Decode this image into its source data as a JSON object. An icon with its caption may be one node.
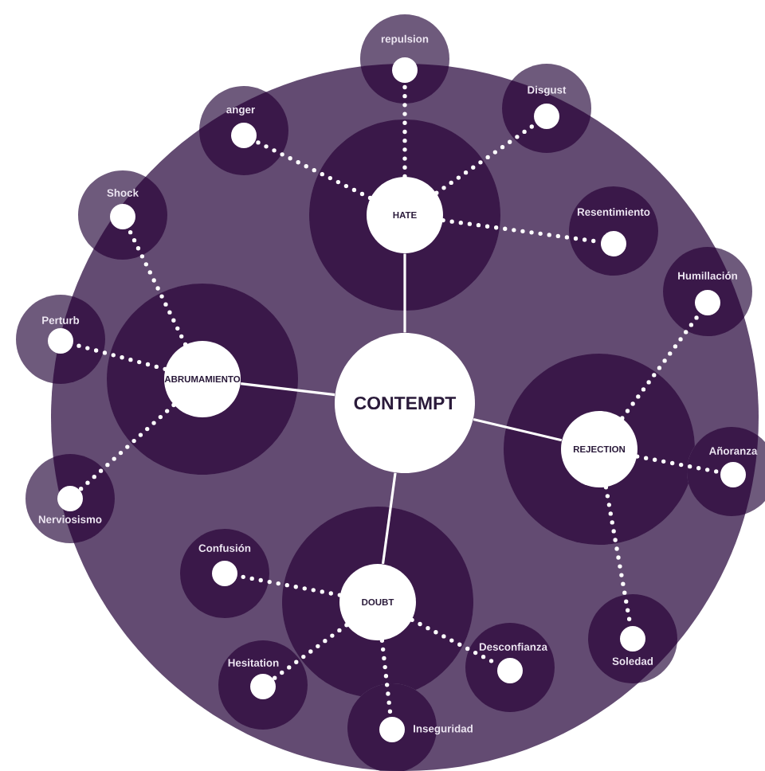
{
  "diagram": {
    "nodes": [
      {
        "text": [
          "CONTEMPT"
        ]
      },
      {
        "text": [
          "HATE"
        ]
      },
      {
        "text": [
          "ABRUMAMIENTO"
        ]
      },
      {
        "text": [
          "REJECTION"
        ]
      },
      {
        "text": [
          "DOUBT"
        ]
      },
      {
        "text": [
          "repulsion"
        ]
      },
      {
        "text": [
          "anger"
        ]
      },
      {
        "text": [
          "Disgust"
        ]
      },
      {
        "text": [
          "Resentimiento"
        ]
      },
      {
        "text": [
          "Shock"
        ]
      },
      {
        "text": [
          "Humillación"
        ]
      },
      {
        "text": [
          "Perturb"
        ]
      },
      {
        "text": [
          "Añoranza"
        ]
      },
      {
        "text": [
          "Nerviosismo"
        ]
      },
      {
        "text": [
          "Confusión"
        ]
      },
      {
        "text": [
          "Hesitation"
        ]
      },
      {
        "text": [
          "Desconfianza"
        ]
      },
      {
        "text": [
          "Inseguridad"
        ]
      },
      {
        "text": [
          "Soledad"
        ]
      }
    ],
    "edges": [
      {
        "from": 0,
        "to": 1,
        "arrow": "none"
      },
      {
        "from": 0,
        "to": 2,
        "arrow": "none"
      },
      {
        "from": 0,
        "to": 3,
        "arrow": "none"
      },
      {
        "from": 0,
        "to": 4,
        "arrow": "none"
      },
      {
        "from": 1,
        "to": 5,
        "arrow": "none",
        "style": "dashed"
      },
      {
        "from": 1,
        "to": 6,
        "arrow": "none",
        "style": "dashed"
      },
      {
        "from": 1,
        "to": 7,
        "arrow": "none",
        "style": "dashed"
      },
      {
        "from": 1,
        "to": 8,
        "arrow": "none",
        "style": "dashed"
      },
      {
        "from": 2,
        "to": 9,
        "arrow": "none",
        "style": "dashed"
      },
      {
        "from": 2,
        "to": 11,
        "arrow": "none",
        "style": "dashed"
      },
      {
        "from": 2,
        "to": 13,
        "arrow": "none",
        "style": "dashed"
      },
      {
        "from": 3,
        "to": 10,
        "arrow": "none",
        "style": "dashed"
      },
      {
        "from": 3,
        "to": 12,
        "arrow": "none",
        "style": "dashed"
      },
      {
        "from": 3,
        "to": 18,
        "arrow": "none",
        "style": "dashed"
      },
      {
        "from": 4,
        "to": 14,
        "arrow": "none",
        "style": "dashed"
      },
      {
        "from": 4,
        "to": 15,
        "arrow": "none",
        "style": "dashed"
      },
      {
        "from": 4,
        "to": 16,
        "arrow": "none",
        "style": "dashed"
      },
      {
        "from": 4,
        "to": 17,
        "arrow": "none",
        "style": "dashed"
      }
    ]
  }
}
